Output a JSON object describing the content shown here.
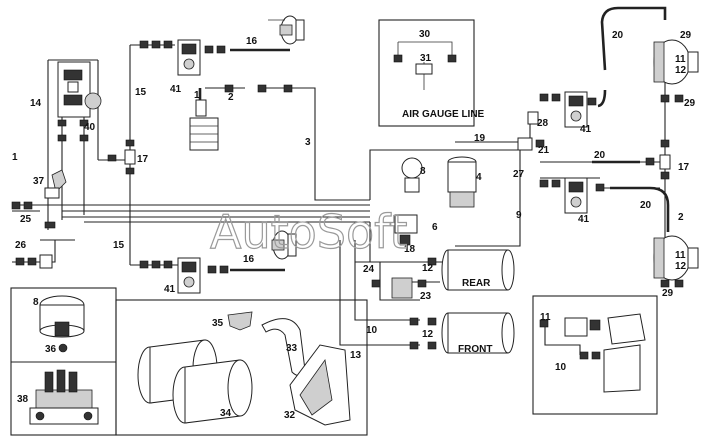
{
  "watermark": "AutoSoft",
  "boxes": {
    "air_gauge_title": "AIR GAUGE LINE",
    "tank_rear": "REAR",
    "tank_front": "FRONT"
  },
  "callouts": {
    "c1a": "1",
    "c1b": "1",
    "c2a": "2",
    "c2b": "2",
    "c3": "3",
    "c4": "4",
    "c6": "6",
    "c8a": "8",
    "c8b": "8",
    "c9": "9",
    "c10a": "10",
    "c10b": "10",
    "c11a": "11",
    "c12a": "12",
    "c11b": "11",
    "c12b": "12",
    "c11c": "11",
    "c12c": "12",
    "c12d": "12",
    "c13": "13",
    "c14": "14",
    "c15a": "15",
    "c15b": "15",
    "c16a": "16",
    "c16b": "16",
    "c17a": "17",
    "c17b": "17",
    "c18": "18",
    "c19": "19",
    "c20a": "20",
    "c20b": "20",
    "c20c": "20",
    "c21": "21",
    "c23": "23",
    "c24": "24",
    "c25": "25",
    "c26": "26",
    "c27": "27",
    "c28": "28",
    "c29a": "29",
    "c29b": "29",
    "c29c": "29",
    "c30": "30",
    "c31": "31",
    "c32": "32",
    "c33": "33",
    "c34": "34",
    "c35": "35",
    "c36": "36",
    "c37": "37",
    "c38": "38",
    "c40": "40",
    "c41a": "41",
    "c41b": "41",
    "c41c": "41",
    "c41d": "41"
  }
}
